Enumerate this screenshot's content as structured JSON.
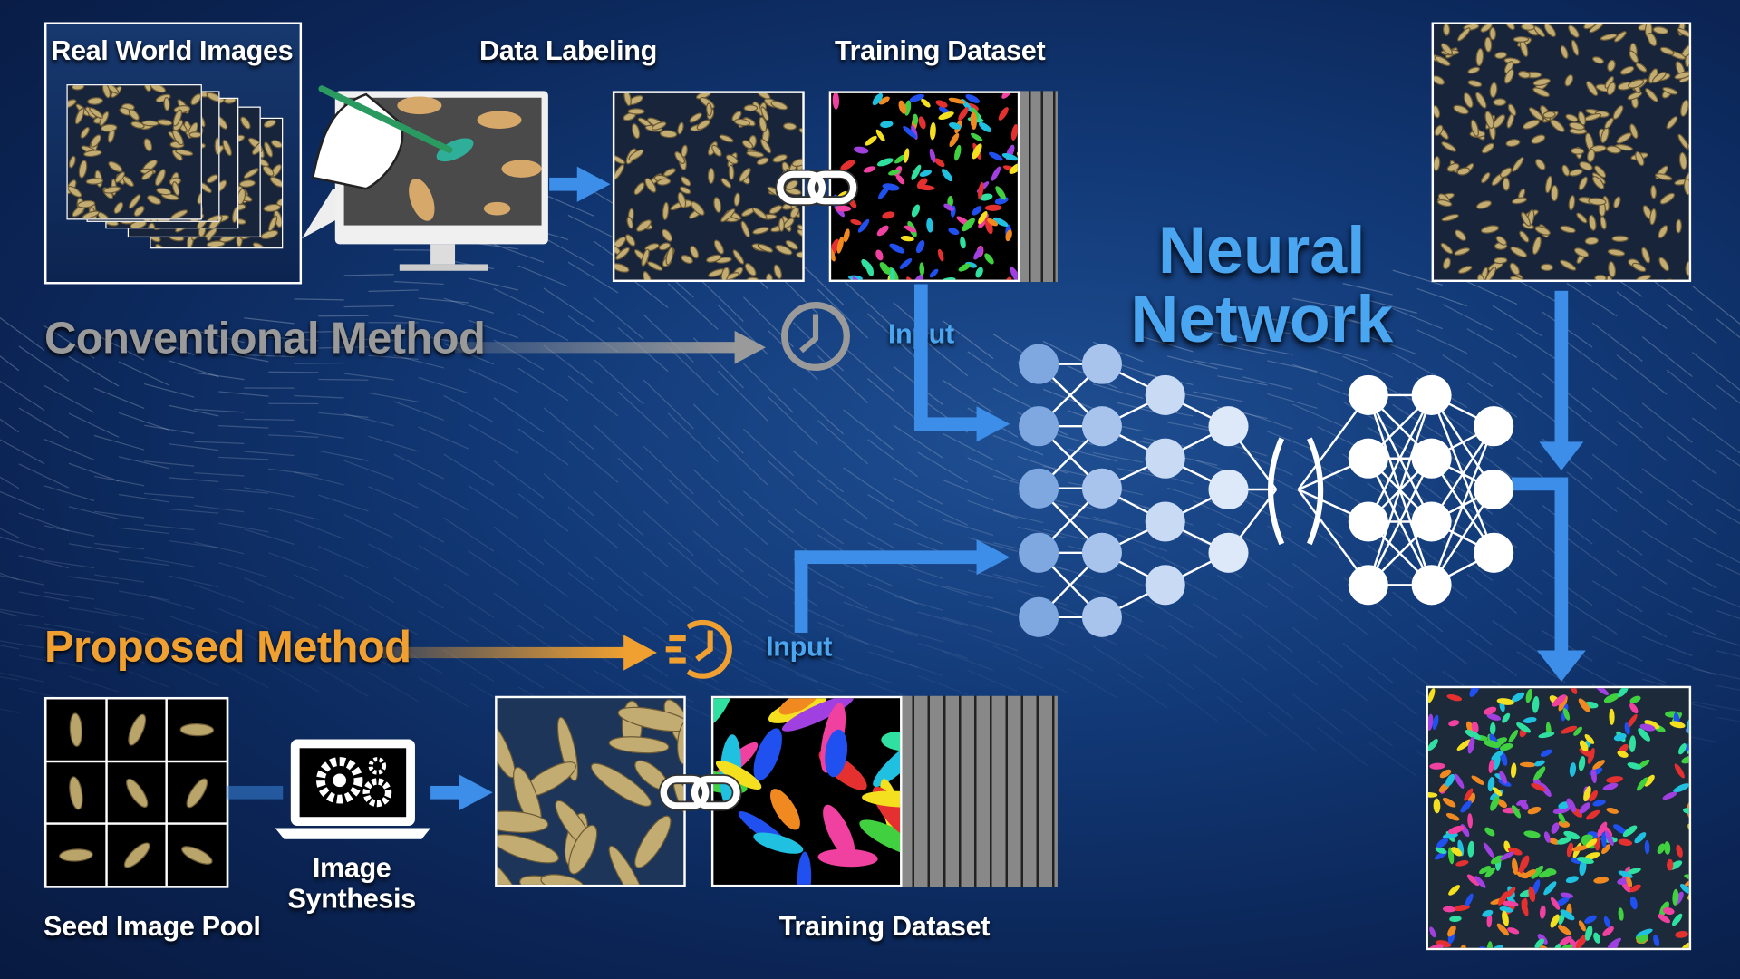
{
  "labels": {
    "real_world_images": "Real World Images",
    "data_labeling": "Data Labeling",
    "training_dataset_top": "Training Dataset",
    "conventional_method": "Conventional Method",
    "input_top": "Input",
    "neural_network_line1": "Neural",
    "neural_network_line2": "Network",
    "proposed_method": "Proposed Method",
    "input_bottom": "Input",
    "image_synthesis_line1": "Image",
    "image_synthesis_line2": "Synthesis",
    "seed_image_pool": "Seed Image Pool",
    "training_dataset_bottom": "Training Dataset"
  },
  "colors": {
    "accent_blue": "#3d8ee8",
    "title_blue": "#4aa6f0",
    "orange": "#f0a030",
    "gray": "#9a9a9a",
    "seed": "#b9a46a"
  },
  "icons": [
    "clock-icon",
    "fast-clock-icon",
    "chain-link-icon",
    "gears-laptop-icon",
    "monitor-pen-icon"
  ]
}
